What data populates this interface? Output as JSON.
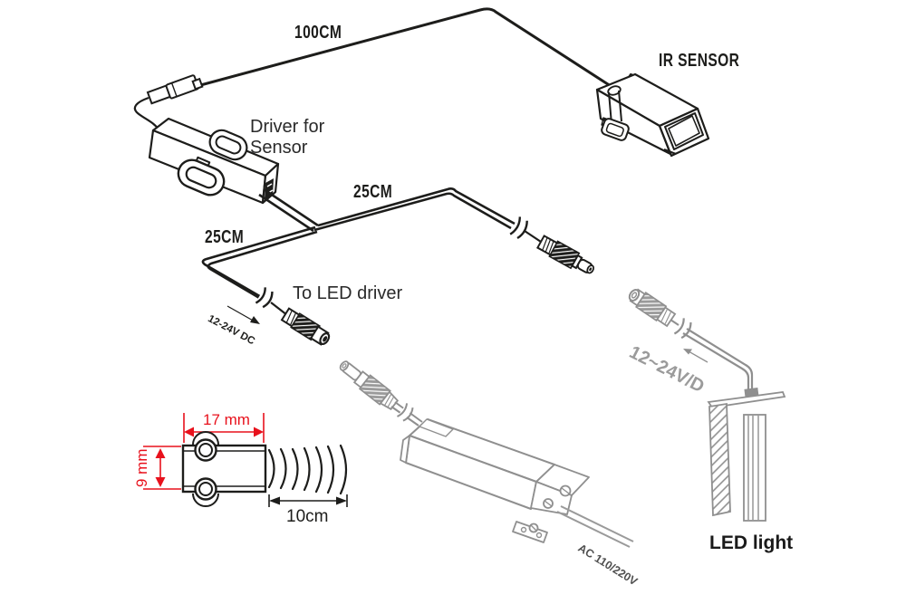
{
  "diagram": {
    "title": "IR sensor LED light wiring diagram",
    "labels": {
      "wire_100cm": "100CM",
      "ir_sensor": "IR SENSOR",
      "driver_line1": "Driver for",
      "driver_line2": "Sensor",
      "wire_25cm_right": "25CM",
      "wire_25cm_left": "25CM",
      "to_led_driver": "To LED driver",
      "dc_voltage_left": "12-24V DC",
      "dc_voltage_right": "12~24V/D",
      "ac_voltage": "AC 110/220V",
      "led_light": "LED light",
      "dim_width": "17 mm",
      "dim_height": "9 mm",
      "dim_range": "10cm"
    },
    "colors": {
      "line_black": "#1d1d1b",
      "line_gray": "#8f8f8f",
      "dim_red": "#e8111c",
      "text_gray": "#9b9b9b",
      "text_dark_gray": "#4f4f4f"
    }
  }
}
